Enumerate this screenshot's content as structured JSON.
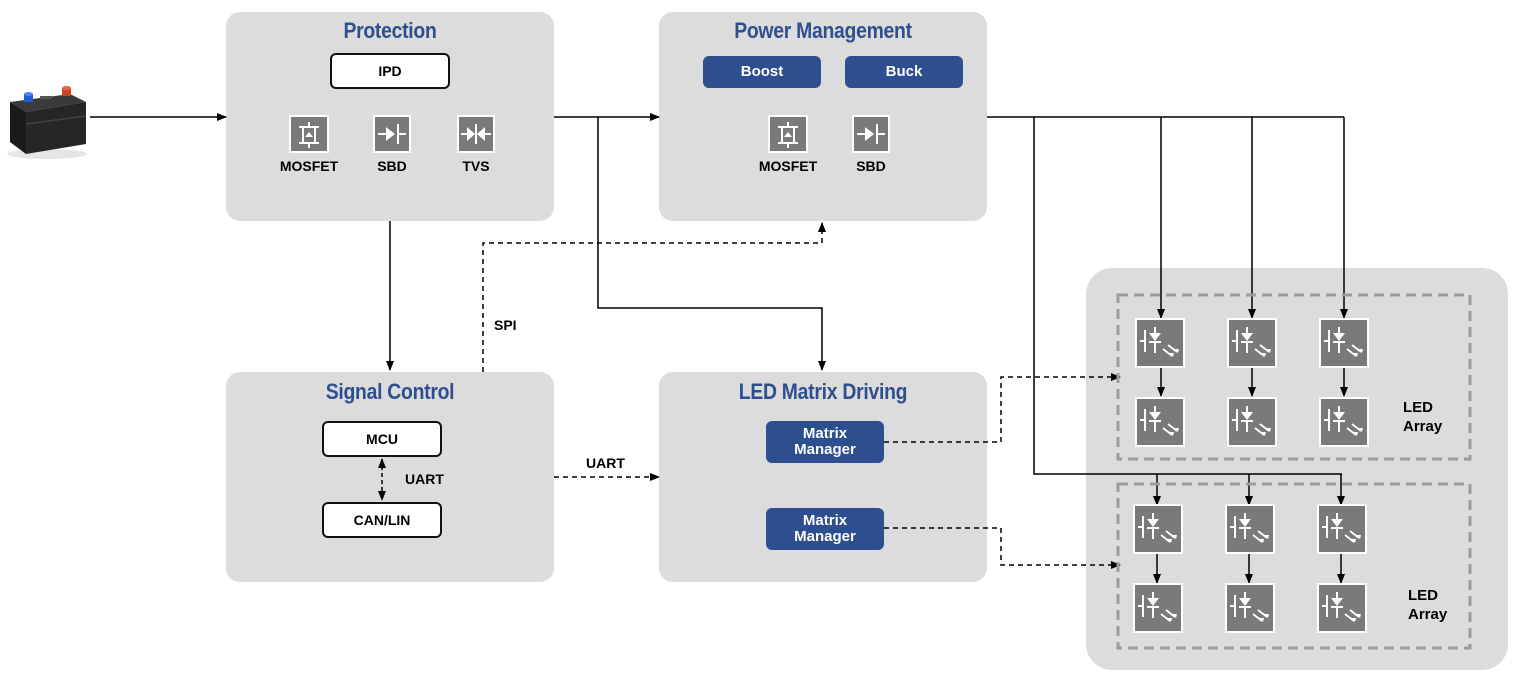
{
  "protection": {
    "title": "Protection",
    "ipd": "IPD",
    "components": [
      "MOSFET",
      "SBD",
      "TVS"
    ]
  },
  "power_management": {
    "title": "Power Management",
    "boost": "Boost",
    "buck": "Buck",
    "components": [
      "MOSFET",
      "SBD"
    ]
  },
  "signal_control": {
    "title": "Signal Control",
    "mcu": "MCU",
    "can_lin": "CAN/LIN",
    "uart": "UART"
  },
  "led_matrix_driving": {
    "title": "LED Matrix Driving",
    "manager_1": "Matrix Manager",
    "manager_2": "Matrix Manager"
  },
  "links": {
    "spi": "SPI",
    "uart": "UART"
  },
  "led_arrays": [
    {
      "label": "LED Array"
    },
    {
      "label": "LED Array"
    }
  ],
  "colors": {
    "block_bg": "#dcdcdc",
    "accent_blue": "#2e4f8f",
    "led_tile": "#7a7a7a"
  },
  "icons": {
    "source": "car-battery-icon",
    "mosfet": "mosfet-icon",
    "sbd": "diode-icon",
    "tvs": "tvs-diode-icon",
    "led": "led-icon"
  }
}
